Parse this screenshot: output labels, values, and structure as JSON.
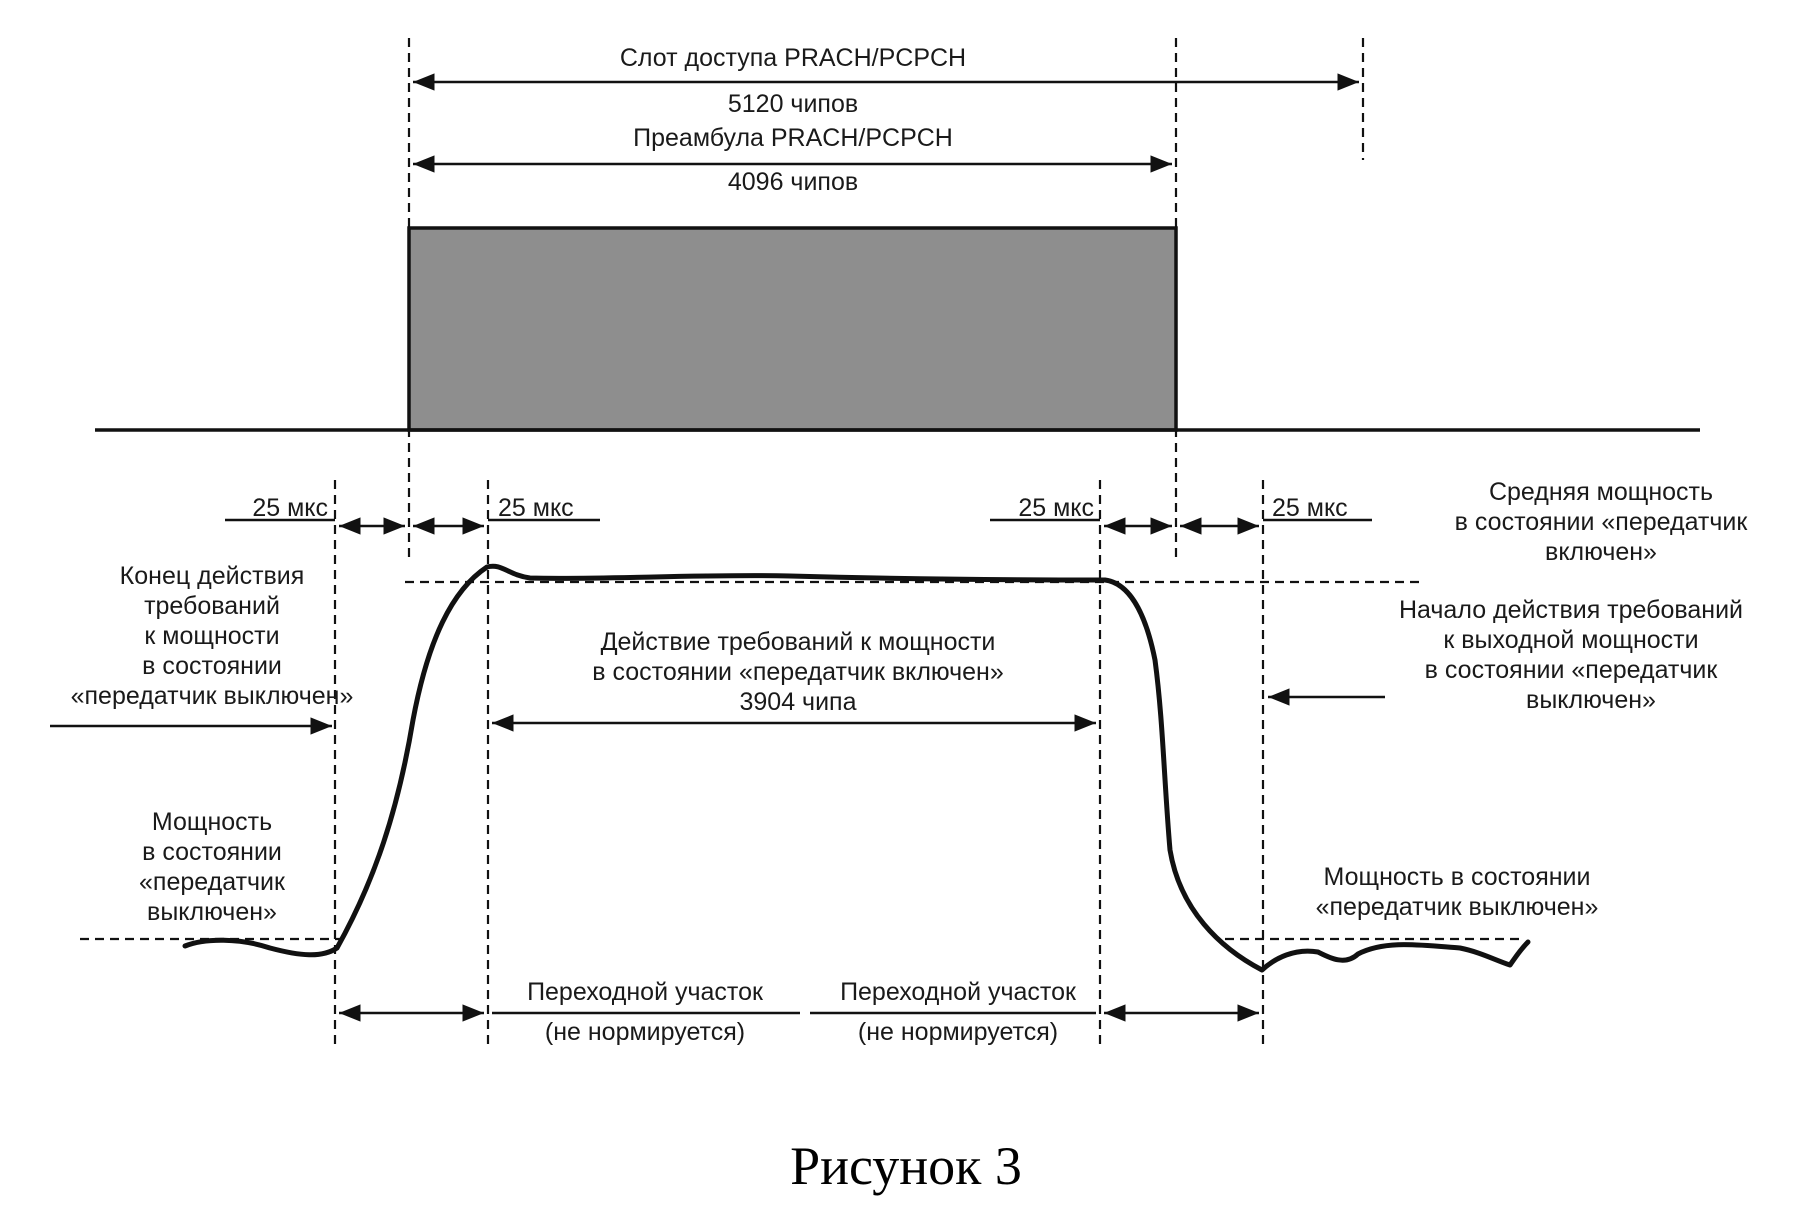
{
  "labels": {
    "access_slot": "Слот доступа PRACH/PCPCH",
    "chips_5120": "5120 чипов",
    "preamble": "Преамбула PRACH/PCPCH",
    "chips_4096": "4096 чипов",
    "us25_a": "25 мкс",
    "us25_b": "25 мкс",
    "us25_c": "25 мкс",
    "us25_d": "25 мкс",
    "avg_power_1": "Средняя мощность",
    "avg_power_2": "в состоянии «передатчик",
    "avg_power_3": "включен»",
    "end_req_1": "Конец действия",
    "end_req_2": "требований",
    "end_req_3": "к мощности",
    "end_req_4": "в состоянии",
    "end_req_5": "«передатчик выключен»",
    "start_req_1": "Начало действия требований",
    "start_req_2": "к выходной мощности",
    "start_req_3": "в состоянии «передатчик",
    "start_req_4": "выключен»",
    "on_req_1": "Действие требований к мощности",
    "on_req_2": "в состоянии «передатчик включен»",
    "chips_3904": "3904 чипа",
    "off_power_left_1": "Мощность",
    "off_power_left_2": "в состоянии",
    "off_power_left_3": "«передатчик",
    "off_power_left_4": "выключен»",
    "off_power_right_1": "Мощность в состоянии",
    "off_power_right_2": "«передатчик выключен»",
    "transition_1": "Переходной участок",
    "not_normed_1": "(не нормируется)",
    "transition_2": "Переходной участок",
    "not_normed_2": "(не нормируется)",
    "caption": "Рисунок 3"
  },
  "colors": {
    "ink": "#111111",
    "preamble_fill": "#8e8e8e",
    "background": "#ffffff"
  }
}
